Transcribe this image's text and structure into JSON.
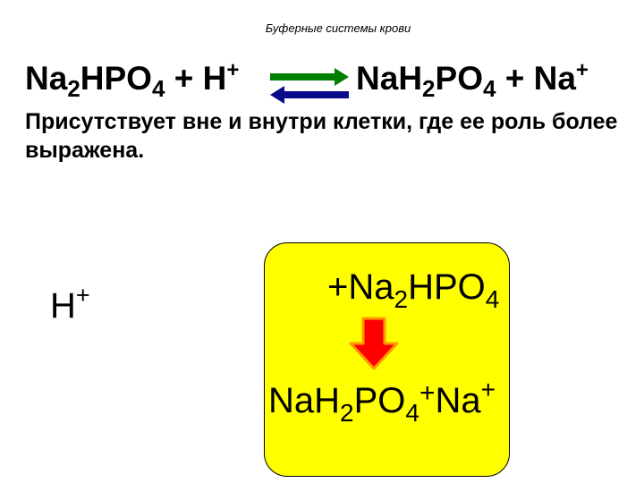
{
  "title": "Буферные системы крови",
  "equation": {
    "left_na": "Na",
    "left_na_sub": "2",
    "left_hpo": "HPO",
    "left_hpo_sub": "4",
    "left_plus_h": " + H",
    "left_h_sup": "+",
    "right_na": "Na",
    "right_h": "H",
    "right_h_sub": "2",
    "right_po": "PO",
    "right_po_sub": "4",
    "right_plus_na": " + Na",
    "right_na_sup": "+"
  },
  "description": "Присутствует  вне и внутри клетки, где ее роль более выражена.",
  "outside_ion": {
    "text": "H",
    "sup": "+"
  },
  "cell": {
    "top_prefix": "+Na",
    "top_sub": "2",
    "top_rest": "HPO",
    "top_rest_sub": "4",
    "bottom_na": "Na",
    "bottom_h": "H",
    "bottom_h_sub": "2",
    "bottom_po": "PO",
    "bottom_po_sub": "4",
    "bottom_plus": "+",
    "bottom_na2": "Na",
    "bottom_na2_sup": "+"
  },
  "colors": {
    "arrow_forward": "#008000",
    "arrow_backward": "#0a0a8c",
    "cell_fill": "#ffff00",
    "down_arrow_fill": "#ff0000",
    "down_arrow_edge": "#ff9900"
  },
  "icons": {
    "equilibrium": "equilibrium-arrows-icon",
    "down_arrow": "down-arrow-icon"
  }
}
